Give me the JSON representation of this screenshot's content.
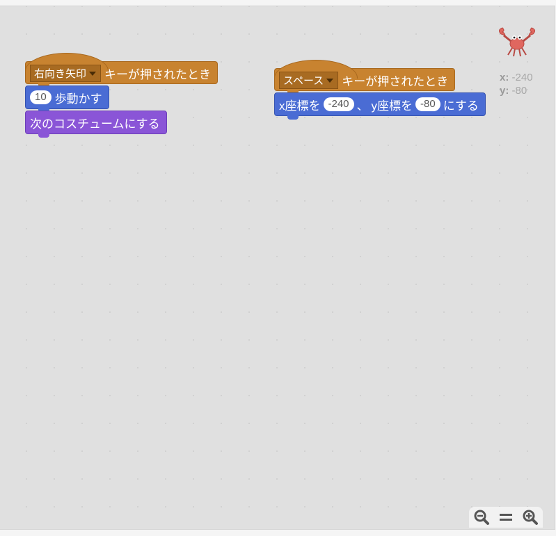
{
  "scripts": {
    "script1": {
      "hat": {
        "key_dropdown": "右向き矢印",
        "label": "キーが押されたとき"
      },
      "move": {
        "steps": "10",
        "label": "歩動かす"
      },
      "costume": {
        "label": "次のコスチュームにする"
      }
    },
    "script2": {
      "hat": {
        "key_dropdown": "スペース",
        "label": "キーが押されたとき"
      },
      "goto": {
        "x_label": "x座標を",
        "x_value": "-240",
        "sep": "、",
        "y_label": "y座標を",
        "y_value": "-80",
        "suffix": "にする"
      }
    }
  },
  "sprite_info": {
    "icon": "crab-sprite-icon",
    "x_label": "x:",
    "x_value": "-240",
    "y_label": "y:",
    "y_value": "-80"
  },
  "zoom": {
    "zoom_out_icon": "zoom-out-icon",
    "reset_icon": "zoom-reset-icon",
    "zoom_in_icon": "zoom-in-icon"
  },
  "colors": {
    "events": "#c88330",
    "motion": "#4a6cd4",
    "looks": "#8a55d7",
    "workspace": "#e0e0e0"
  }
}
